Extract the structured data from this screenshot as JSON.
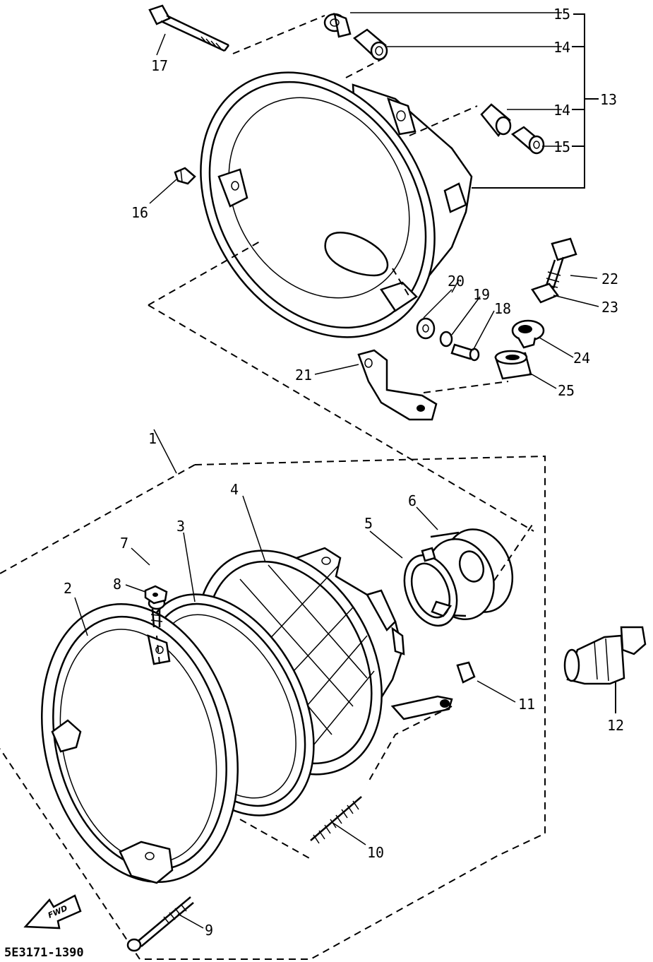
{
  "diagram": {
    "part_numbers": {
      "p1": "1",
      "p2": "2",
      "p3": "3",
      "p4": "4",
      "p5": "5",
      "p6": "6",
      "p7": "7",
      "p8": "8",
      "p9": "9",
      "p10": "10",
      "p11": "11",
      "p12": "12",
      "p13": "13",
      "p14a": "14",
      "p14b": "14",
      "p15a": "15",
      "p15b": "15",
      "p16": "16",
      "p17": "17",
      "p18": "18",
      "p19": "19",
      "p20": "20",
      "p21": "21",
      "p22": "22",
      "p23": "23",
      "p24": "24",
      "p25": "25"
    },
    "diagram_code": "5E3171-1390",
    "fwd_label": "FWD"
  }
}
